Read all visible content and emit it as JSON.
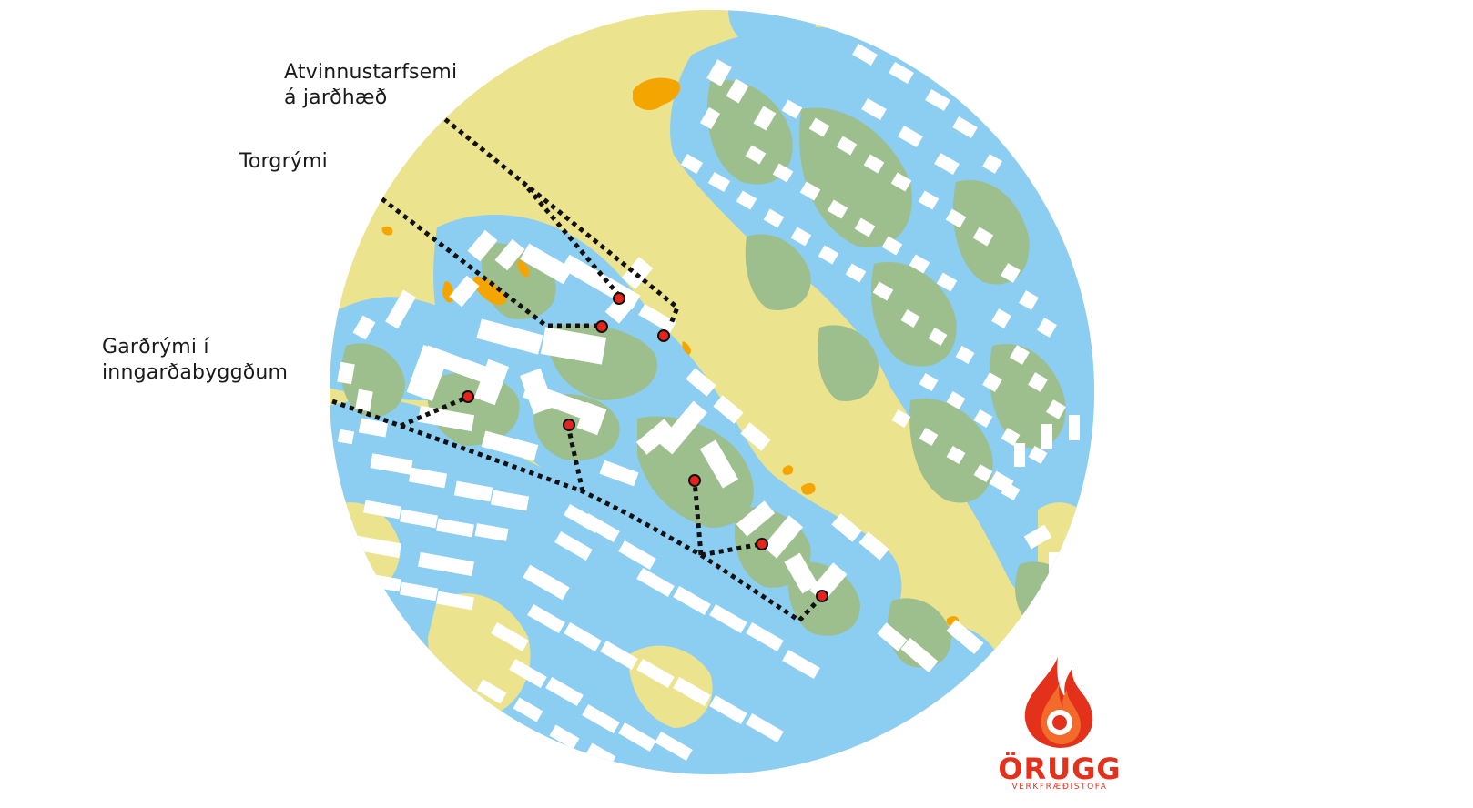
{
  "labels": {
    "commercial_ground_floor": [
      "Atvinnustarfsemi",
      "á jarðhæð"
    ],
    "square_space": "Torgrými",
    "courtyard_space": [
      "Garðrými í",
      "inngarðabyggðum"
    ]
  },
  "logo": {
    "name": "ÖRUGG",
    "subtitle": "VERKFRÆÐISTOFA",
    "icon": "flame-icon"
  },
  "colors": {
    "sun": "#ece38e",
    "shadow": "#8ccdf2",
    "partial_sun": "#9dbf8e",
    "hot_spot": "#f5a500",
    "building": "#ffffff",
    "marker": "#e8231b",
    "brand": "#e3311b"
  },
  "legend_hidden": ""
}
